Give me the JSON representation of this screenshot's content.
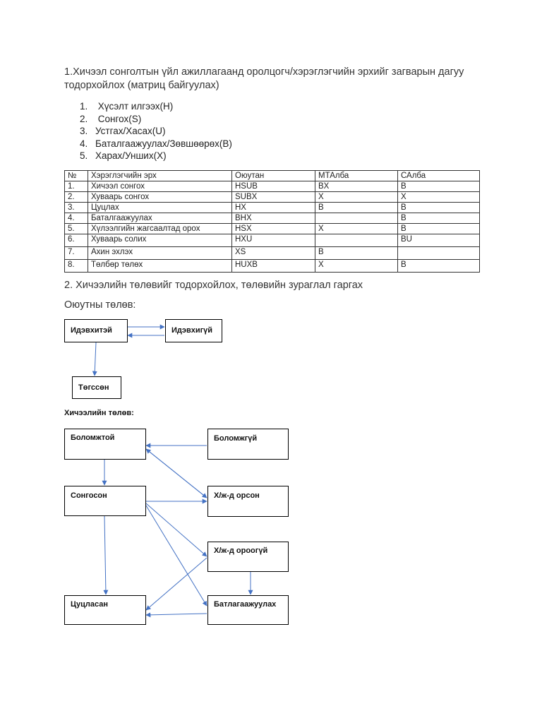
{
  "section1": {
    "title": "1.Хичээл сонголтын үйл ажиллагаанд оролцогч/хэрэглэгчийн эрхийг загварын дагуу тодорхойлох (матриц байгуулах)",
    "list": [
      {
        "num": "1.",
        "text": " Хүсэлт илгээх(H)"
      },
      {
        "num": "2.",
        "text": " Сонгох(S)"
      },
      {
        "num": "3.",
        "text": "Устгах/Хасах(U)"
      },
      {
        "num": "4.",
        "text": "Баталгаажуулах/Зөвшөөрөх(B)"
      },
      {
        "num": "5.",
        "text": "Харах/Унших(X)"
      }
    ],
    "table": {
      "headers": [
        "№",
        "Хэрэглэгчийн эрх",
        "Оюутан",
        "МТАлба",
        "САлба"
      ],
      "rows": [
        [
          "1.",
          "Хичээл сонгох",
          "HSUB",
          "BX",
          "B"
        ],
        [
          "2.",
          "Хуваарь сонгох",
          "SUBX",
          "X",
          "X"
        ],
        [
          "3.",
          "Цуцлах",
          "HX",
          "B",
          "B"
        ],
        [
          "4.",
          "Баталгаажуулах",
          "BHX",
          "",
          "B"
        ],
        [
          "5.",
          "Хүлээлгийн жагсаалтад орох",
          "HSX",
          "X",
          "B"
        ],
        [
          "6.",
          "Хуваарь солих",
          "HXU",
          "",
          "BU"
        ],
        [
          "7.",
          "Ахин эхлэх",
          "XS",
          "B",
          ""
        ],
        [
          "8.",
          "Төлбөр төлөх",
          "HUXB",
          "X",
          "B"
        ]
      ]
    }
  },
  "section2": {
    "title": "2. Хичээлийн төлөвийг тодорхойлох, төлөвийн зураглал гаргах",
    "student_heading": "Оюутны төлөв:",
    "student_states": {
      "active": "Идэвхитэй",
      "inactive": "Идэвхигүй",
      "graduated": "Төгссөн"
    },
    "course_heading": "Хичээлийн төлөв:",
    "course_states": {
      "available": "Боломжтой",
      "unavailable": "Боломжгүй",
      "selected": "Сонгосон",
      "in_schedule": "Х/ж-д орсон",
      "not_in_schedule": "Х/ж-д ороогүй",
      "cancelled": "Цуцласан",
      "confirming": "Батлагаажуулах"
    }
  },
  "colors": {
    "arrow": "#4472c4",
    "text": "#222222",
    "border": "#000000"
  }
}
